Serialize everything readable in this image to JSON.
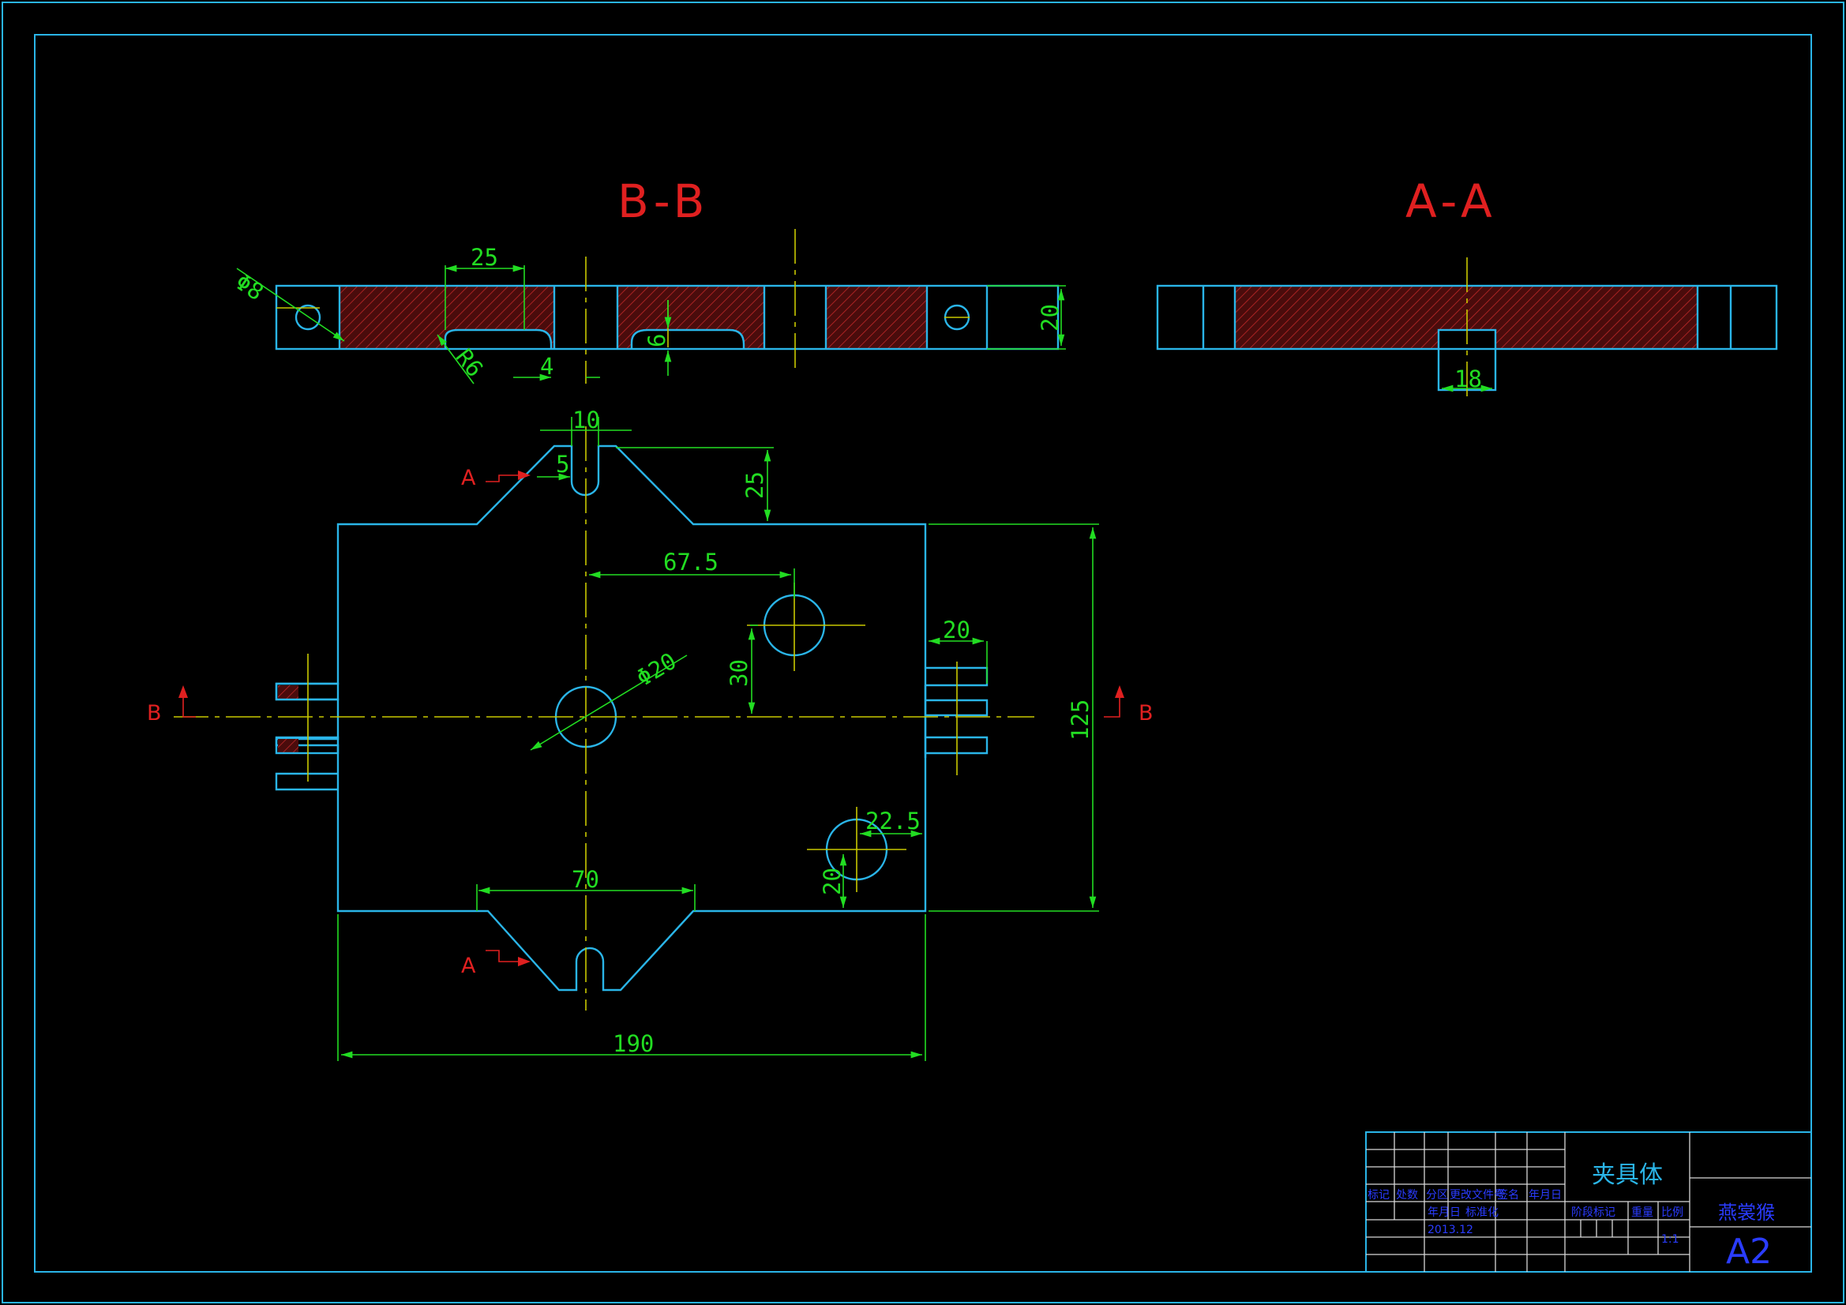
{
  "sections": {
    "bb_label": "B-B",
    "aa_label": "A-A"
  },
  "markers": {
    "a_top": "A",
    "a_bottom": "A",
    "b_left": "B",
    "b_right": "B"
  },
  "dimensions": {
    "bb_dia8": "Φ8",
    "bb_25": "25",
    "bb_r6": "R6",
    "bb_4": "4",
    "bb_6": "6",
    "bb_20": "20",
    "aa_18": "18",
    "plan_10": "10",
    "plan_5": "5",
    "plan_25": "25",
    "plan_67_5": "67.5",
    "plan_dia20": "Φ20",
    "plan_30": "30",
    "plan_20_slot": "20",
    "plan_125": "125",
    "plan_22_5": "22.5",
    "plan_20_hole": "20",
    "plan_70": "70",
    "plan_190": "190"
  },
  "title_block": {
    "part_name": "夹具体",
    "drawing_type": "燕裳猴",
    "sheet_size": "A2",
    "scale": "1:1",
    "date": "2013.12",
    "headers": [
      "标记",
      "处数",
      "分区",
      "更改文件号",
      "签名",
      "年月日"
    ],
    "row2": [
      "年月日",
      "标准化"
    ],
    "stage_labels": [
      "阶段标记",
      "重量",
      "比例"
    ]
  },
  "colors": {
    "outline": "#2ab5e8",
    "dimension": "#22dd22",
    "centerline": "#c8c800",
    "section": "#e02020",
    "hatch_fill": "#5a1010",
    "title_text": "#2a3cff"
  }
}
